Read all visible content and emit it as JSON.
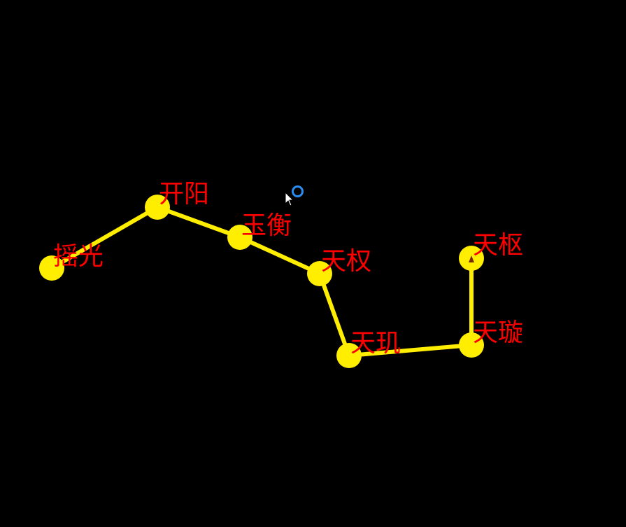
{
  "constellation": {
    "colors": {
      "background": "#000000",
      "line": "#ffee00",
      "star": "#ffee00",
      "label": "#ff0000",
      "cursor_ring": "#2a8df0"
    },
    "stars": [
      {
        "id": "yaoguang",
        "label": "摇光"
      },
      {
        "id": "kaiyang",
        "label": "开阳"
      },
      {
        "id": "yuheng",
        "label": "玉衡"
      },
      {
        "id": "tianquan",
        "label": "天权"
      },
      {
        "id": "tianji",
        "label": "天玑"
      },
      {
        "id": "tianxuan",
        "label": "天璇"
      },
      {
        "id": "tianshu",
        "label": "天枢"
      }
    ],
    "links": [
      [
        "yaoguang",
        "kaiyang"
      ],
      [
        "kaiyang",
        "yuheng"
      ],
      [
        "yuheng",
        "tianquan"
      ],
      [
        "tianquan",
        "tianji"
      ],
      [
        "tianji",
        "tianxuan"
      ],
      [
        "tianxuan",
        "tianshu"
      ]
    ],
    "cursor": {
      "icon": "mouse-pointer-icon",
      "busy_icon": "loading-ring-icon"
    }
  }
}
